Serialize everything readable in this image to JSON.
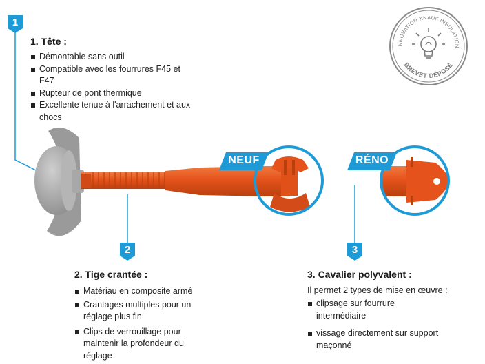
{
  "section1": {
    "number": "1",
    "title": "1. Tête :",
    "bullets": [
      "Démontable sans outil",
      "Compatible avec les fourrures F45 et F47",
      "Rupteur de pont thermique",
      "Excellente tenue à l'arrachement et aux chocs"
    ]
  },
  "section2": {
    "number": "2",
    "title": "2. Tige crantée :",
    "bullets": [
      "Matériau en composite armé",
      "Crantages multiples pour un réglage plus fin",
      "Clips de verrouillage pour maintenir la profondeur du réglage"
    ]
  },
  "section3": {
    "number": "3",
    "title": "3. Cavalier polyvalent :",
    "intro": "Il permet 2 types de mise en œuvre :",
    "bullets": [
      "clipsage sur fourrure intermédiaire",
      "vissage directement sur support maçonné"
    ]
  },
  "tags": {
    "neuf": "NEUF",
    "reno": "RÉNO"
  },
  "seal": {
    "top_text": "INNOVATION KNAUF INSULATION",
    "bottom_text": "BREVET DÉPOSÉ",
    "icon": "lightbulb-icon"
  },
  "colors": {
    "accent_blue": "#1e9bd7",
    "product_orange": "#e5521b",
    "head_grey": "#a9a9a9"
  }
}
